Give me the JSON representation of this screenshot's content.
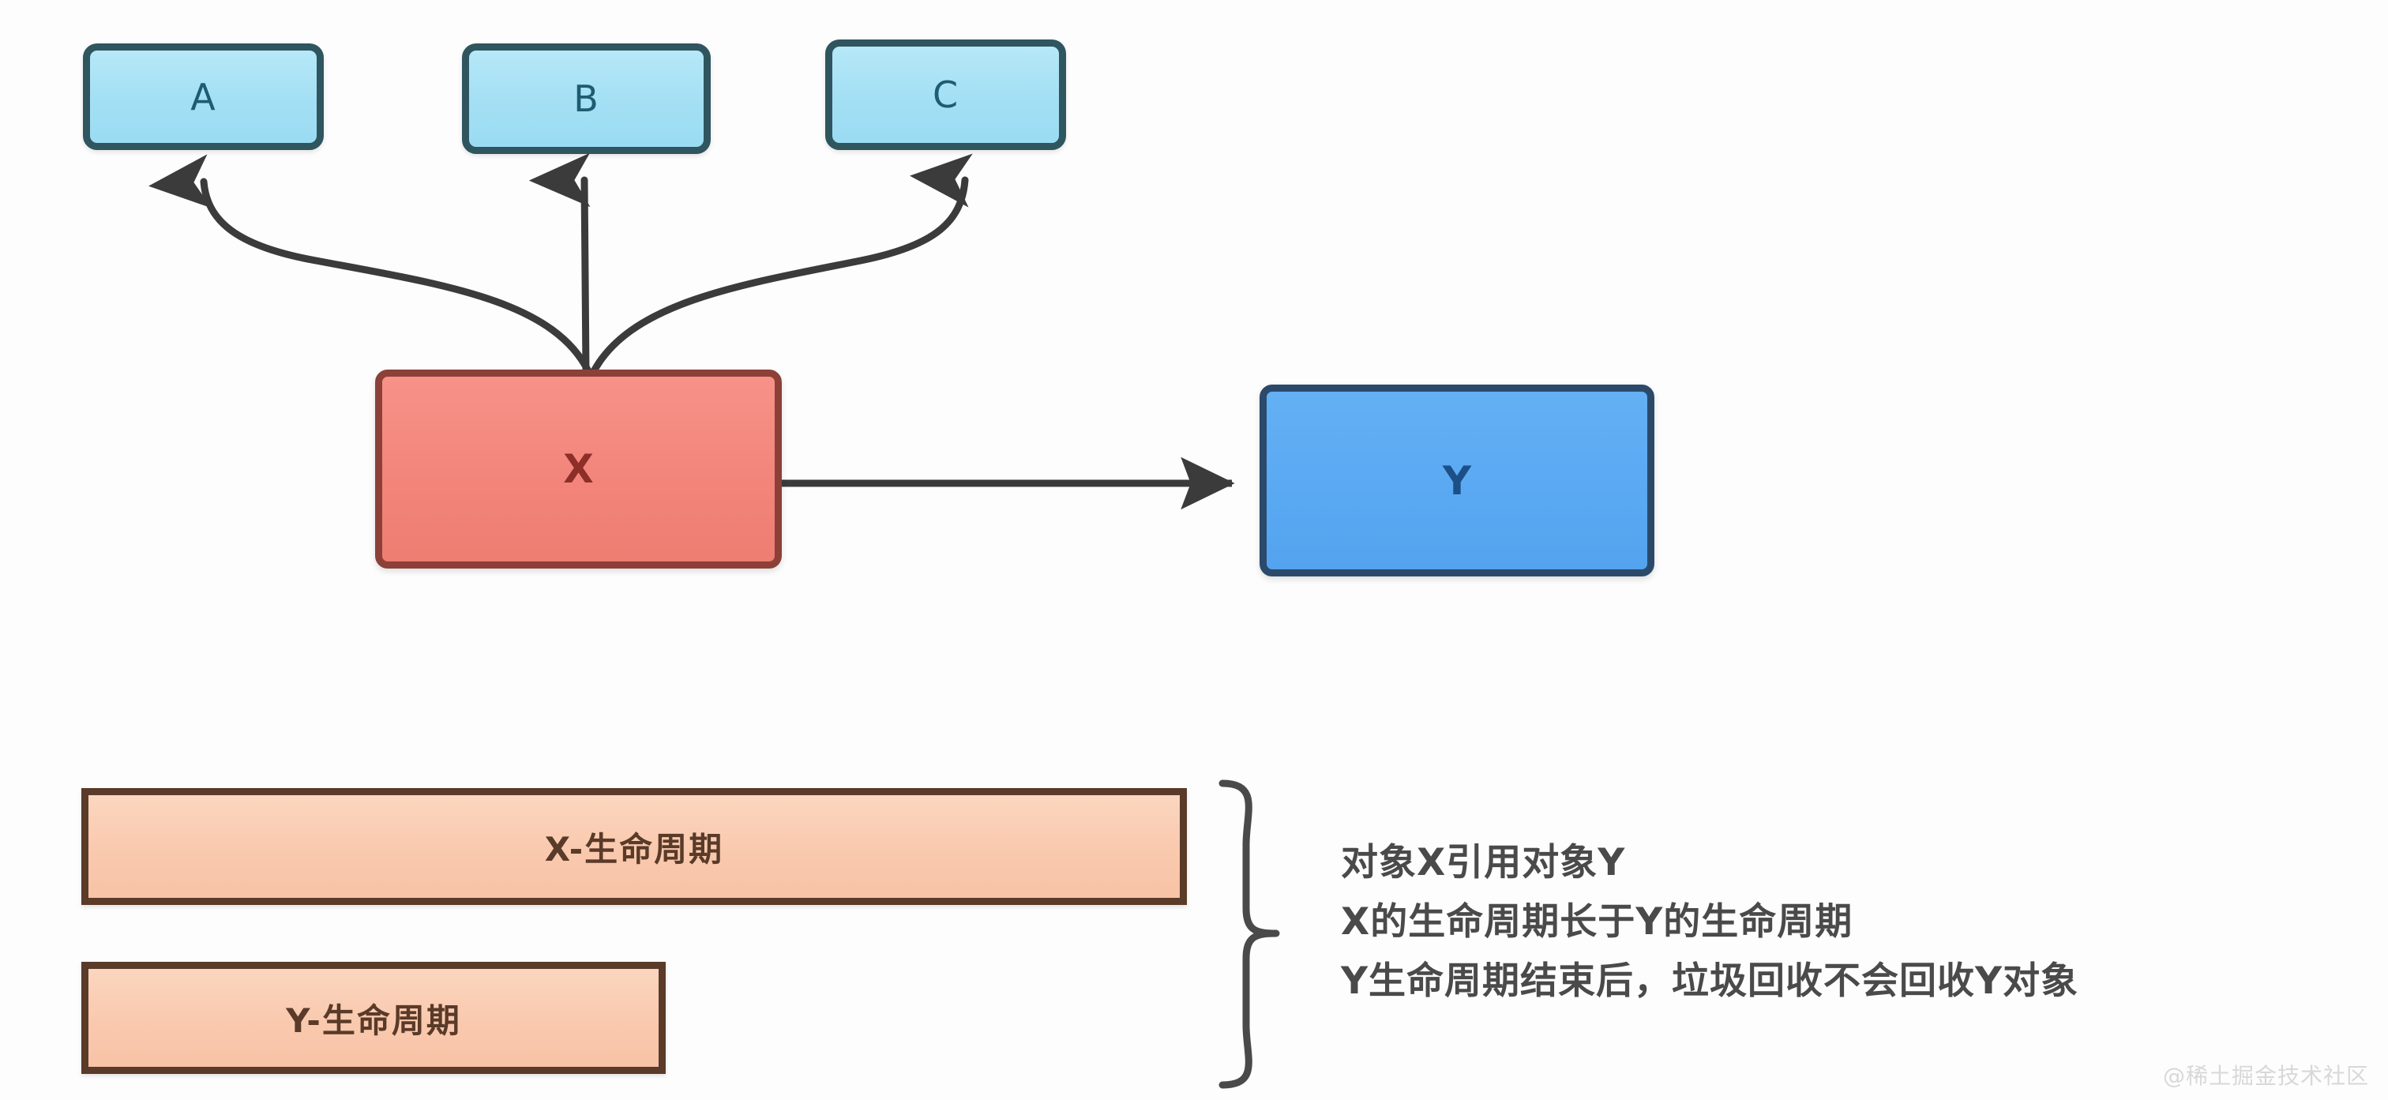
{
  "diagram": {
    "title": "Object X references object Y lifecycle diagram",
    "nodes": {
      "a": {
        "label": "A"
      },
      "b": {
        "label": "B"
      },
      "c": {
        "label": "C"
      },
      "x": {
        "label": "X"
      },
      "y": {
        "label": "Y"
      }
    },
    "lifecycle_bars": [
      {
        "label": "X-生命周期"
      },
      {
        "label": "Y-生命周期"
      }
    ],
    "annotation_lines": [
      "对象X引用对象Y",
      "X的生命周期长于Y的生命周期",
      "Y生命周期结束后，垃圾回收不会回收Y对象"
    ],
    "edges": [
      {
        "from": "X",
        "to": "A",
        "style": "curved-arrow"
      },
      {
        "from": "X",
        "to": "B",
        "style": "straight-arrow"
      },
      {
        "from": "X",
        "to": "C",
        "style": "curved-arrow"
      },
      {
        "from": "X",
        "to": "Y",
        "style": "straight-arrow"
      }
    ],
    "brace": {
      "orientation": "right-pointing",
      "groups": [
        "X-生命周期",
        "Y-生命周期"
      ]
    }
  },
  "colors": {
    "node_abc_fill": "#a3dff4",
    "node_abc_border": "#2f555f",
    "node_abc_text": "#1d5c72",
    "node_x_fill": "#f2847a",
    "node_x_border": "#8c4038",
    "node_x_text": "#8c2f28",
    "node_y_fill": "#59a8f2",
    "node_y_border": "#2b4a6b",
    "node_y_text": "#1c4f86",
    "lifebar_fill": "#f9c9ae",
    "lifebar_border": "#5a3a28",
    "lifebar_text": "#5a3a28",
    "arrow_stroke": "#3b3b3b",
    "annotation_text": "#4a4a4a",
    "background": "#fdfdfd",
    "watermark_text": "#d8d8d8"
  },
  "watermark": {
    "text": "@稀土掘金技术社区"
  }
}
